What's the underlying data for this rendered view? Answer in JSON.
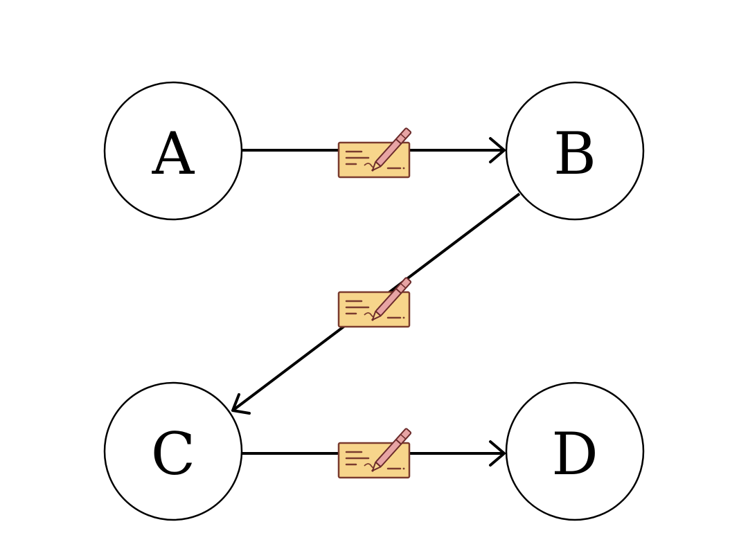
{
  "colors": {
    "stroke": "#000000",
    "node_fill": "#ffffff",
    "cheque_fill": "#f7d58b",
    "cheque_stroke": "#7a3b2e",
    "pen_body": "#e7a4a4",
    "pen_stroke": "#6b2b2b"
  },
  "nodes": [
    {
      "id": "A",
      "label": "A"
    },
    {
      "id": "B",
      "label": "B"
    },
    {
      "id": "C",
      "label": "C"
    },
    {
      "id": "D",
      "label": "D"
    }
  ],
  "edges": [
    {
      "from": "A",
      "to": "B",
      "icon": "cheque-with-pen-icon"
    },
    {
      "from": "B",
      "to": "C",
      "icon": "cheque-with-pen-icon"
    },
    {
      "from": "C",
      "to": "D",
      "icon": "cheque-with-pen-icon"
    }
  ]
}
